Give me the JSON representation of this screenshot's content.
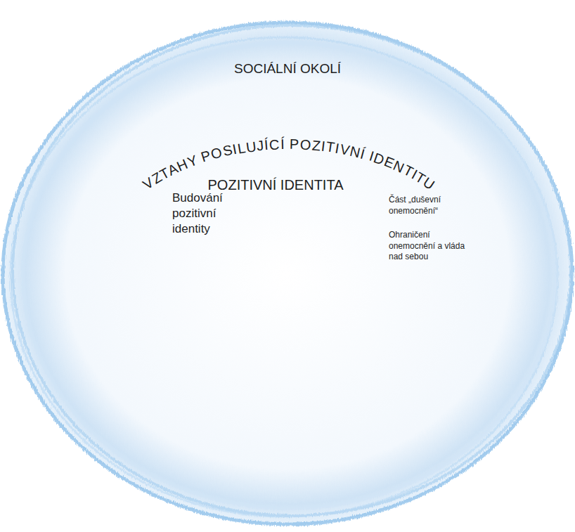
{
  "diagram": {
    "nodes": [
      {
        "text": [
          "SOCIÁLNÍ OKOLÍ"
        ]
      },
      {
        "text": [
          "VZTAHY POSILUJÍCÍ POZITIVNÍ IDENTITU"
        ],
        "in": 0
      },
      {
        "text": [
          "POZITIVNÍ IDENTITA"
        ],
        "in": 1
      },
      {
        "text": [
          "Část „duševní onemocnění“",
          "Ohraničení onemocnění a vláda nad sebou"
        ],
        "in": 2
      }
    ],
    "labels": [
      "Budování pozitivní identity"
    ]
  }
}
